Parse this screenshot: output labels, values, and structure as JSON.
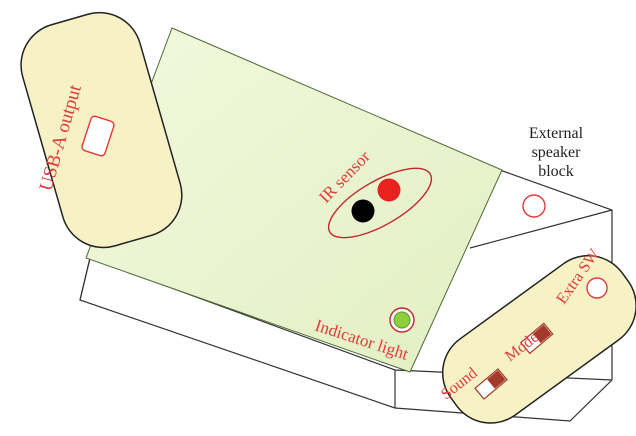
{
  "labels": {
    "usb": "USB-A output",
    "ir_sensor": "IR sensor",
    "external_speaker": [
      "External",
      "speaker",
      "block"
    ],
    "extra_sw": "Extra SW",
    "mode": "Mode",
    "sound": "Sound",
    "indicator": "Indicator light"
  },
  "colors": {
    "label_red": "#e03a3a",
    "panel_fill": "#e8f2cc",
    "pad_fill": "#f6f2c6",
    "outline": "#333333",
    "red_led": "#e8221f",
    "black_led": "#000000",
    "green_led": "#8fcf3c",
    "switch_knob": "#a23a2c"
  }
}
